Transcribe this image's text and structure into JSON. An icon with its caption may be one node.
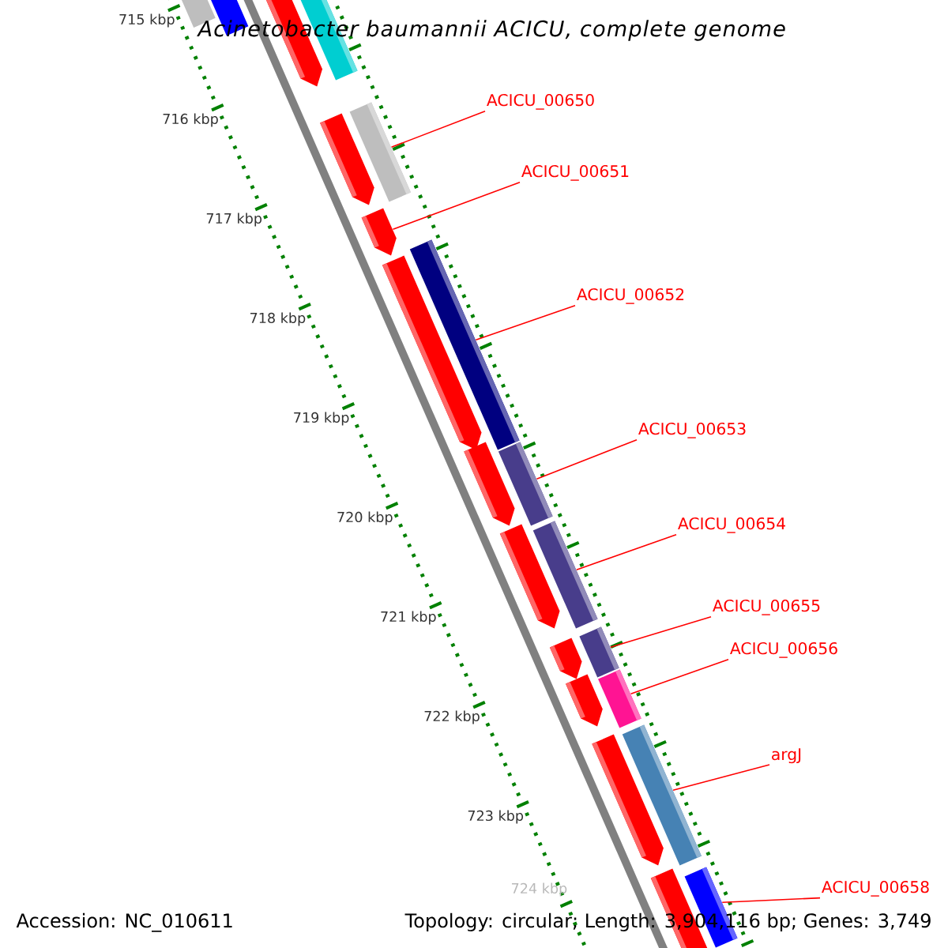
{
  "diagram": {
    "title": "Acinetobacter baumannii ACICU, complete genome",
    "nodes": [
      {
        "text": [
          "ACICU_00650"
        ]
      },
      {
        "text": [
          "ACICU_00651"
        ]
      },
      {
        "text": [
          "ACICU_00652"
        ]
      },
      {
        "text": [
          "ACICU_00653"
        ]
      },
      {
        "text": [
          "ACICU_00654"
        ]
      },
      {
        "text": [
          "ACICU_00655"
        ]
      },
      {
        "text": [
          "ACICU_00656"
        ]
      },
      {
        "text": [
          "argJ"
        ]
      },
      {
        "text": [
          "ACICU_00658"
        ]
      },
      {
        "text": [],
        "shape": "bar"
      },
      {
        "text": [],
        "shape": "bar"
      },
      {
        "text": [],
        "shape": "pentagon"
      },
      {
        "text": [],
        "shape": "bar"
      },
      {
        "text": [],
        "shape": "pentagon"
      },
      {
        "text": [],
        "shape": "bar"
      },
      {
        "text": [],
        "shape": "pentagon"
      },
      {
        "text": [],
        "shape": "pentagon"
      },
      {
        "text": [],
        "shape": "bar"
      },
      {
        "text": [],
        "shape": "pentagon"
      },
      {
        "text": [],
        "shape": "bar"
      },
      {
        "text": [],
        "shape": "pentagon"
      },
      {
        "text": [],
        "shape": "bar"
      },
      {
        "text": [],
        "shape": "pentagon"
      },
      {
        "text": [],
        "shape": "bar"
      },
      {
        "text": [],
        "shape": "pentagon"
      },
      {
        "text": [],
        "shape": "bar"
      },
      {
        "text": [],
        "shape": "pentagon"
      },
      {
        "text": [],
        "shape": "bar"
      },
      {
        "text": [],
        "shape": "pentagon"
      },
      {
        "text": [],
        "shape": "bar"
      }
    ],
    "edges": [
      {
        "from": 0,
        "to": 14,
        "arrow": "none"
      },
      {
        "from": 1,
        "to": 15,
        "arrow": "none"
      },
      {
        "from": 2,
        "to": 17,
        "arrow": "none"
      },
      {
        "from": 3,
        "to": 19,
        "arrow": "none"
      },
      {
        "from": 4,
        "to": 21,
        "arrow": "none"
      },
      {
        "from": 5,
        "to": 23,
        "arrow": "none"
      },
      {
        "from": 6,
        "to": 25,
        "arrow": "none"
      },
      {
        "from": 7,
        "to": 27,
        "arrow": "none"
      },
      {
        "from": 8,
        "to": 29,
        "arrow": "none"
      }
    ],
    "labels": [
      "715 kbp",
      "716 kbp",
      "717 kbp",
      "718 kbp",
      "719 kbp",
      "720 kbp",
      "721 kbp",
      "722 kbp",
      "723 kbp",
      "724 kbp",
      "Accession: NC_010611",
      "Topology: circular; Length: 3,904,116 bp; Genes: 3,749"
    ]
  }
}
